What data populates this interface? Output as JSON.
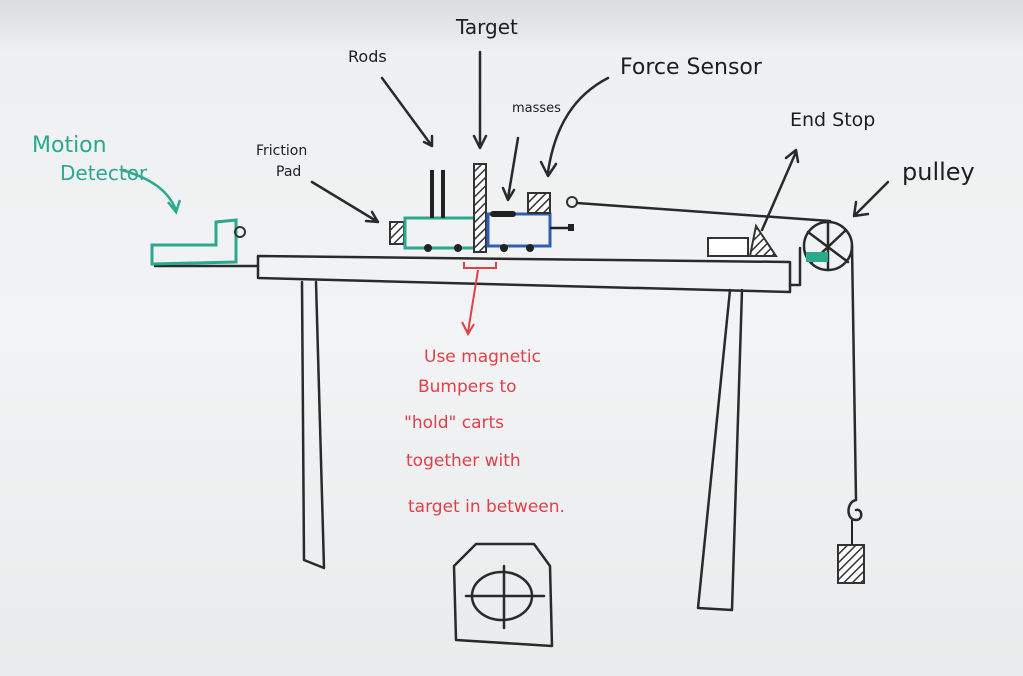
{
  "labels": {
    "motion_detector": [
      "Motion",
      "Detector"
    ],
    "friction_pad": [
      "Friction",
      "Pad"
    ],
    "rods": "Rods",
    "target": "Target",
    "masses": "masses",
    "force_sensor": "Force Sensor",
    "end_stop": "End Stop",
    "pulley": "pulley"
  },
  "note": [
    "Use magnetic",
    "Bumpers to",
    "\"hold\" carts",
    "together with",
    "target in between."
  ],
  "colors": {
    "ink": "#2a2a2a",
    "teal": "#2aa98f",
    "blue": "#2f5fb0",
    "red": "#e0404a"
  }
}
